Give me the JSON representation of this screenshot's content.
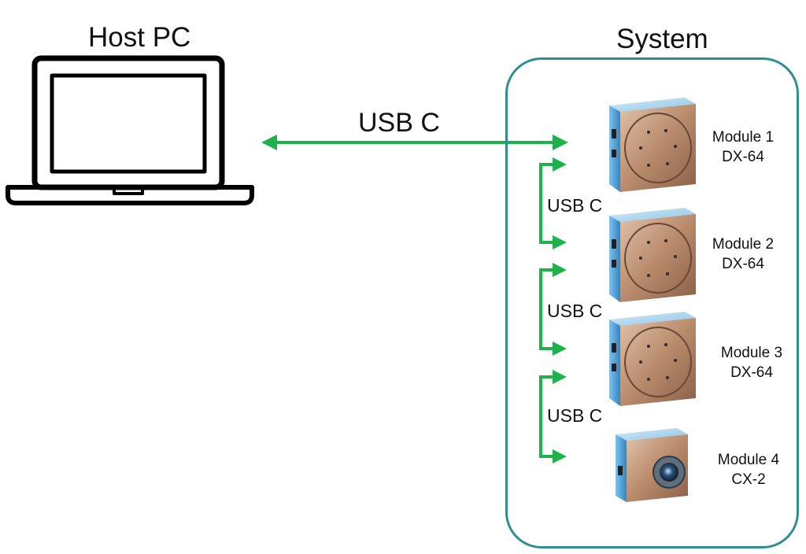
{
  "host": {
    "title": "Host PC"
  },
  "system": {
    "title": "System"
  },
  "main_link": {
    "label": "USB C"
  },
  "chain_links": [
    {
      "label": "USB C"
    },
    {
      "label": "USB C"
    },
    {
      "label": "USB C"
    }
  ],
  "modules": [
    {
      "name": "Module 1",
      "model": "DX-64"
    },
    {
      "name": "Module 2",
      "model": "DX-64"
    },
    {
      "name": "Module 3",
      "model": "DX-64"
    },
    {
      "name": "Module 4",
      "model": "CX-2"
    }
  ],
  "colors": {
    "arrow": "#1db24b",
    "system_border": "#2f8f90",
    "module_blue": "#4aa3d6",
    "module_copper": "#b88868"
  }
}
